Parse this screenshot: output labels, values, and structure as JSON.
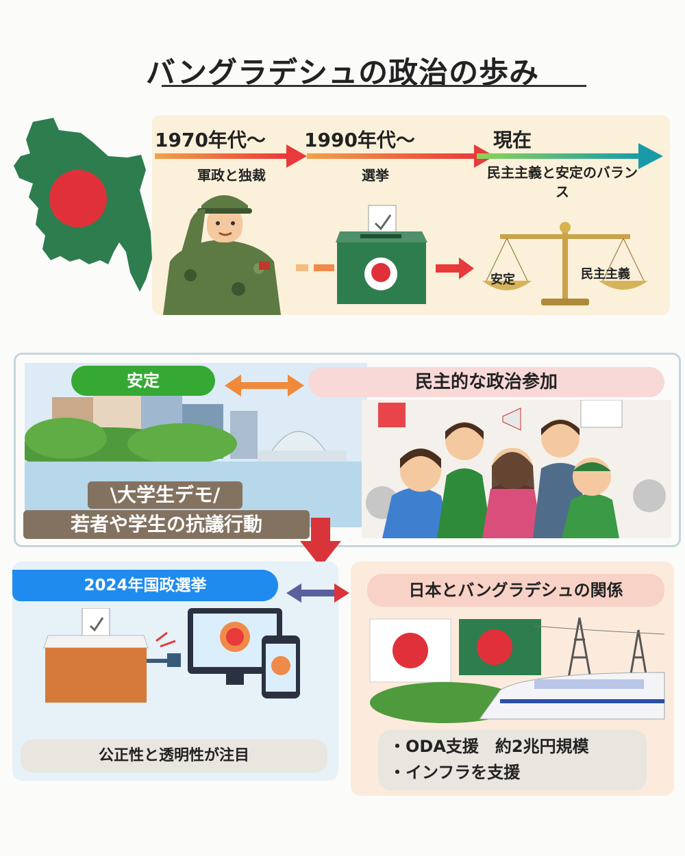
{
  "title": "バングラデシュの政治の歩み",
  "timeline": {
    "eras": [
      {
        "label": "1970年代〜",
        "caption": "軍政と独裁"
      },
      {
        "label": "1990年代〜",
        "caption": "選挙"
      },
      {
        "label": "現在",
        "caption": "民主主義と安定のバランス"
      }
    ],
    "scale": {
      "left": "安定",
      "right": "民主主義"
    }
  },
  "section2": {
    "stability_label": "安定",
    "participation_label": "民主的な政治参加",
    "protest_line1": "\\大学生デモ/",
    "protest_line2": "若者や学生の抗議行動"
  },
  "section3": {
    "title": "2024年国政選挙",
    "note": "公正性と透明性が注目"
  },
  "section4": {
    "title": "日本とバングラデシュの関係",
    "bullet1": "・ODA支援　約2兆円規模",
    "bullet2": "・インフラを支援"
  },
  "colors": {
    "bangladesh_green": "#2e7d4f",
    "bangladesh_red": "#e0313a",
    "arrow_red": "#e8393b",
    "arrow_teal": "#1a9aa8"
  }
}
